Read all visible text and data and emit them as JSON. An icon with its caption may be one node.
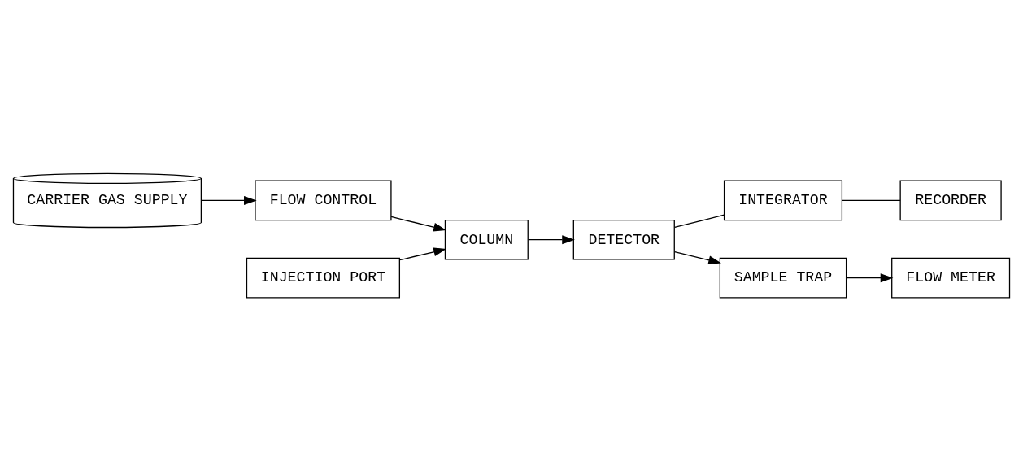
{
  "diagram": {
    "nodes": [
      {
        "text": [
          "CARRIER GAS SUPPLY"
        ]
      },
      {
        "text": [
          "FLOW CONTROL"
        ]
      },
      {
        "text": [
          "INJECTION PORT"
        ]
      },
      {
        "text": [
          "COLUMN"
        ]
      },
      {
        "text": [
          "DETECTOR"
        ]
      },
      {
        "text": [
          "INTEGRATOR"
        ]
      },
      {
        "text": [
          "RECORDER"
        ]
      },
      {
        "text": [
          "SAMPLE TRAP"
        ]
      },
      {
        "text": [
          "FLOW METER"
        ]
      }
    ],
    "edges": [
      {
        "from": 0,
        "to": 1,
        "arrow": "to"
      },
      {
        "from": 1,
        "to": 3,
        "arrow": "to"
      },
      {
        "from": 2,
        "to": 3,
        "arrow": "to"
      },
      {
        "from": 3,
        "to": 4,
        "arrow": "to"
      },
      {
        "from": 4,
        "to": 7,
        "arrow": "to"
      },
      {
        "from": 7,
        "to": 8,
        "arrow": "to"
      },
      {
        "from": 4,
        "to": 5,
        "arrow": "none"
      },
      {
        "from": 5,
        "to": 6,
        "arrow": "none"
      }
    ]
  }
}
